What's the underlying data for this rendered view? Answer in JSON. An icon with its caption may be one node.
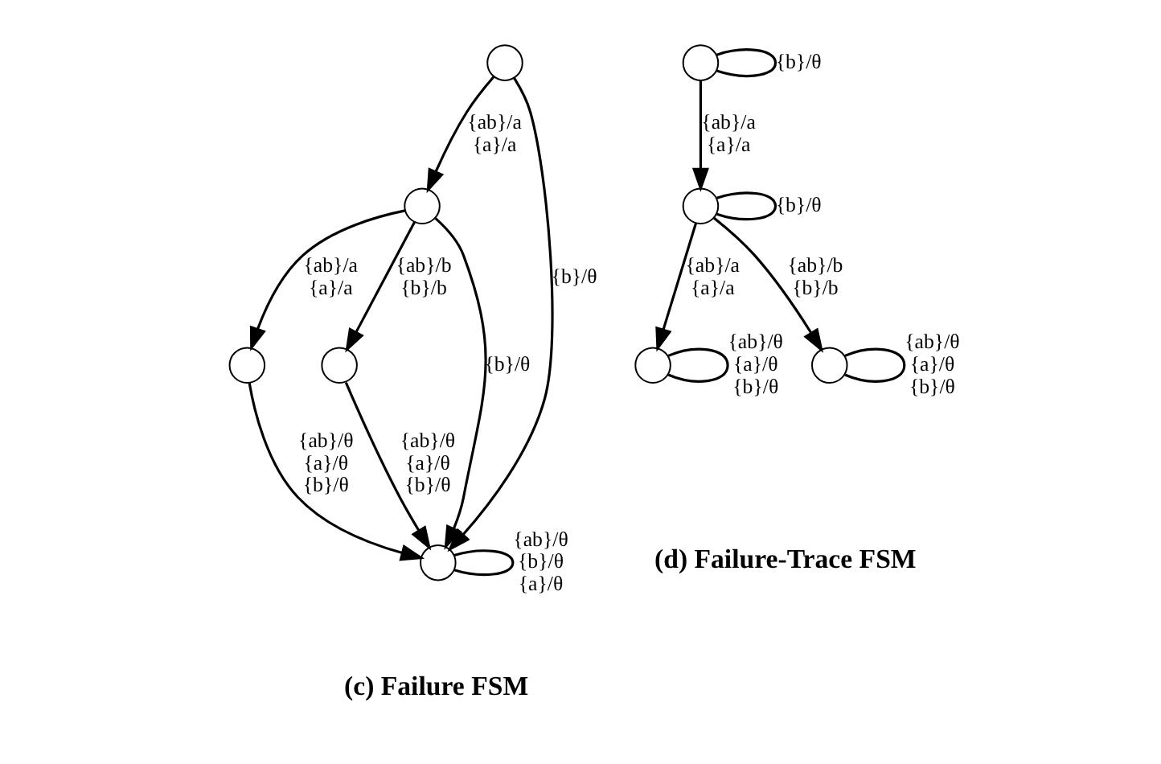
{
  "diagram": {
    "nodes": [
      {
        "text": [],
        "shape": "circle"
      },
      {
        "text": [],
        "shape": "circle"
      },
      {
        "text": [],
        "shape": "circle"
      },
      {
        "text": [],
        "shape": "circle"
      },
      {
        "text": [],
        "shape": "circle"
      },
      {
        "text": [],
        "shape": "circle"
      },
      {
        "text": [],
        "shape": "circle"
      },
      {
        "text": [],
        "shape": "circle"
      },
      {
        "text": [],
        "shape": "circle"
      }
    ],
    "edges": [
      {
        "from": 0,
        "to": 1,
        "arrow": "to",
        "label": "{ab}/a {a}/a"
      },
      {
        "from": 0,
        "to": 4,
        "arrow": "to",
        "label": "{b}/θ"
      },
      {
        "from": 1,
        "to": 2,
        "arrow": "to",
        "label": "{ab}/a {a}/a"
      },
      {
        "from": 1,
        "to": 4,
        "arrow": "to",
        "label": "{b}/θ"
      },
      {
        "from": 1,
        "to": 3,
        "arrow": "to",
        "label": "{ab}/b {b}/b"
      },
      {
        "from": 2,
        "to": 4,
        "arrow": "to",
        "label": "{ab}/θ {a}/θ {b}/θ"
      },
      {
        "from": 3,
        "to": 4,
        "arrow": "to",
        "label": "{ab}/θ {a}/θ {b}/θ"
      },
      {
        "from": 4,
        "to": 4,
        "arrow": "none",
        "label": "{ab}/θ {b}/θ {a}/θ"
      },
      {
        "from": 5,
        "to": 5,
        "arrow": "none",
        "label": "{b}/θ"
      },
      {
        "from": 5,
        "to": 6,
        "arrow": "to",
        "label": "{ab}/a {a}/a"
      },
      {
        "from": 6,
        "to": 6,
        "arrow": "none",
        "label": "{b}/θ"
      },
      {
        "from": 6,
        "to": 7,
        "arrow": "to",
        "label": "{ab}/a {a}/a"
      },
      {
        "from": 6,
        "to": 8,
        "arrow": "to",
        "label": "{ab}/b {b}/b"
      },
      {
        "from": 7,
        "to": 7,
        "arrow": "none",
        "label": "{ab}/θ {a}/θ {b}/θ"
      },
      {
        "from": 8,
        "to": 8,
        "arrow": "none",
        "label": "{ab}/θ {a}/θ {b}/θ"
      }
    ],
    "labels": [
      "(c) Failure FSM",
      "(d) Failure-Trace FSM"
    ]
  }
}
